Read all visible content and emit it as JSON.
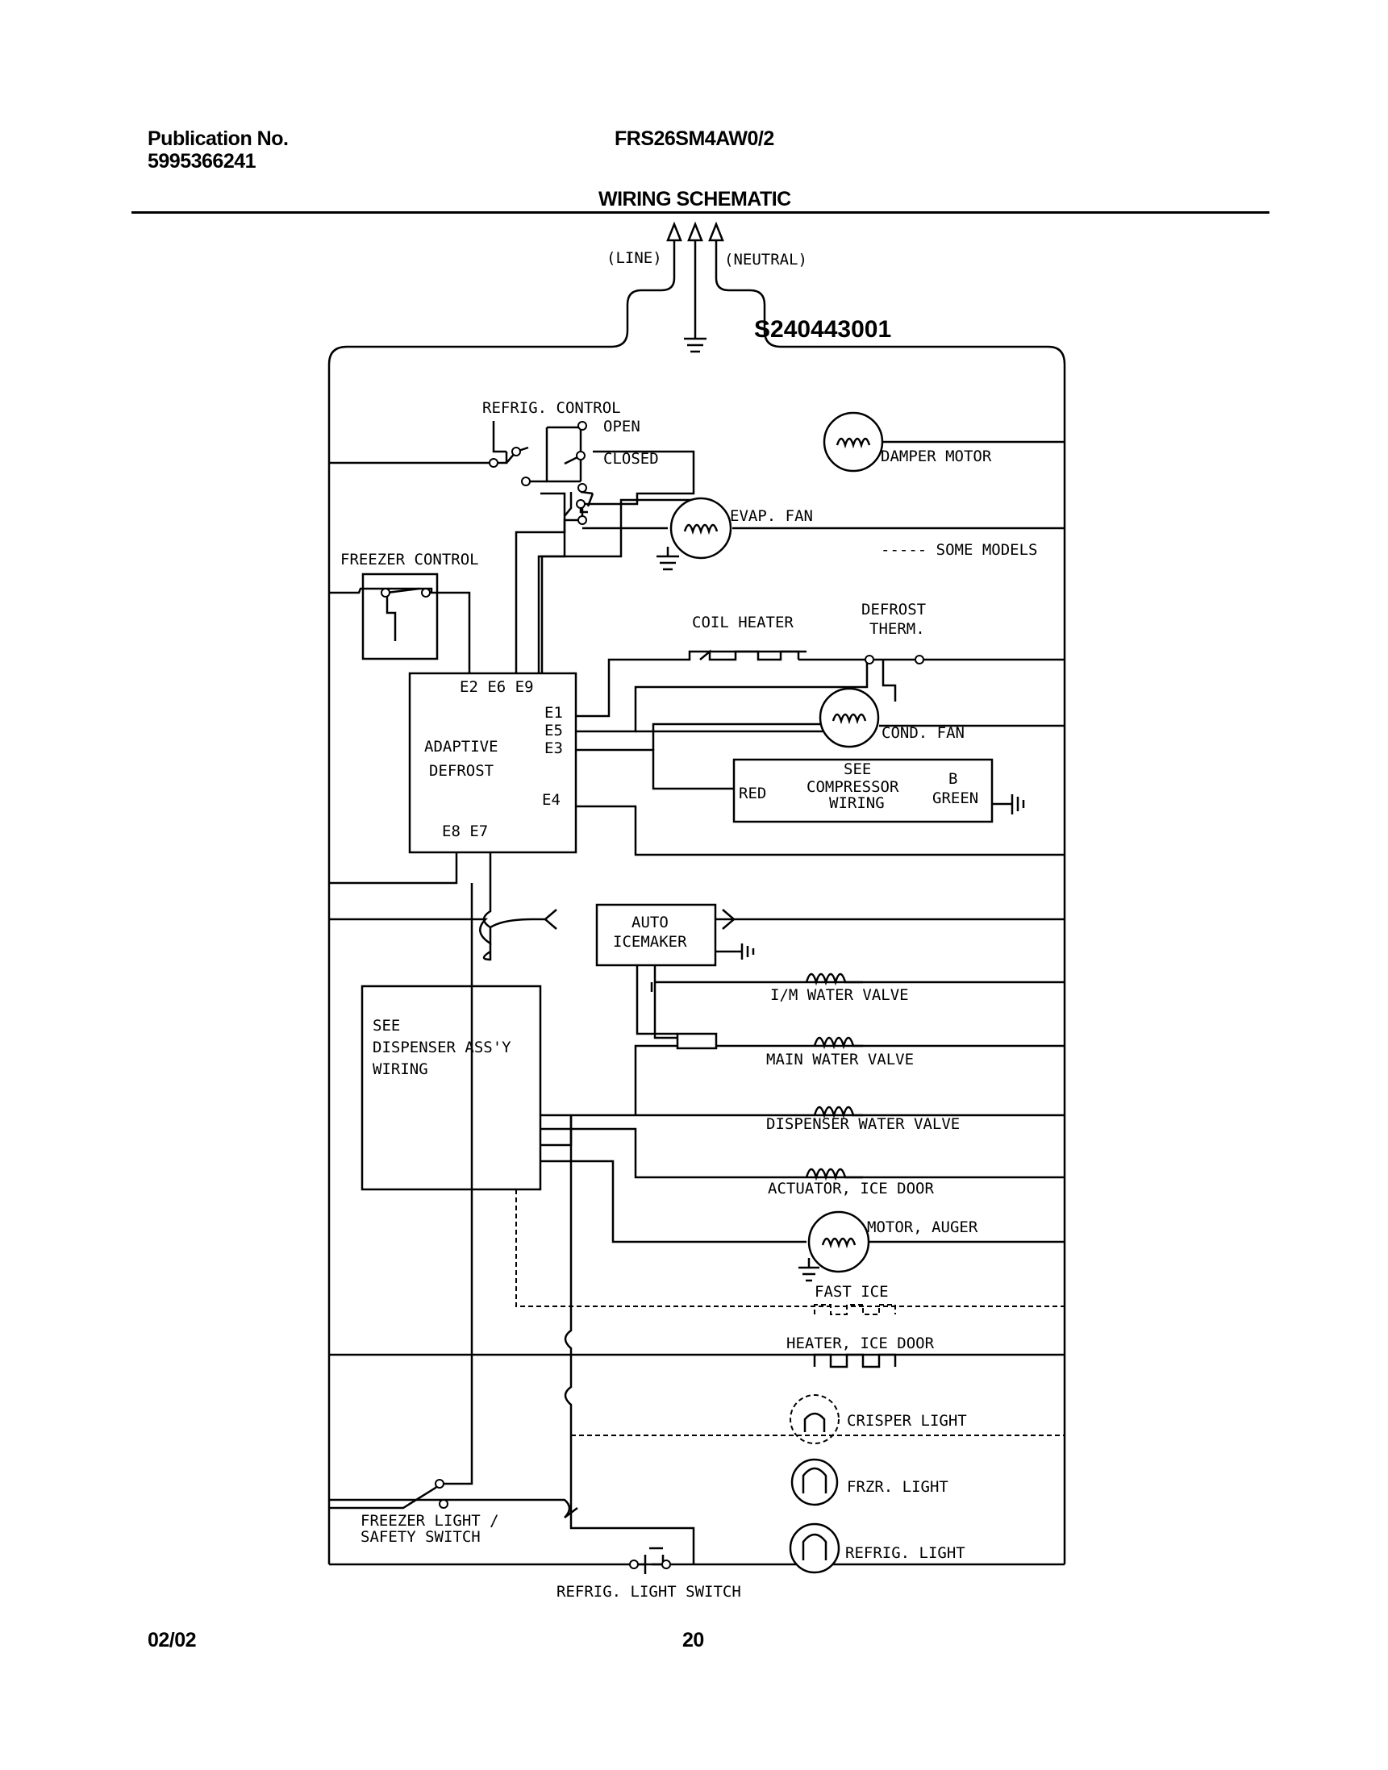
{
  "header": {
    "publication_label": "Publication No.",
    "publication_number": "5995366241",
    "model": "FRS26SM4AW0/2",
    "title": "WIRING SCHEMATIC"
  },
  "footer": {
    "date": "02/02",
    "page": "20"
  },
  "schematic": {
    "part_number": "S240443001",
    "line": "(LINE)",
    "neutral": "(NEUTRAL)",
    "refrig_control": "REFRIG. CONTROL",
    "open": "OPEN",
    "closed": "CLOSED",
    "damper_motor": "DAMPER MOTOR",
    "evap_fan": "EVAP. FAN",
    "freezer_control": "FREEZER CONTROL",
    "some_models": "----- SOME MODELS",
    "coil_heater": "COIL HEATER",
    "defrost_therm_1": "DEFROST",
    "defrost_therm_2": "THERM.",
    "adaptive_1": "ADAPTIVE",
    "adaptive_2": "DEFROST",
    "e_top": "E2  E6  E9",
    "e1": "E1",
    "e5": "E5",
    "e3": "E3",
    "e4": "E4",
    "e_bottom": "E8  E7",
    "cond_fan": "COND. FAN",
    "see_compressor_1": "SEE",
    "see_compressor_2": "COMPRESSOR",
    "see_compressor_3": "WIRING",
    "red": "RED",
    "b": "B",
    "green": "GREEN",
    "auto_icemaker_1": "AUTO",
    "auto_icemaker_2": "ICEMAKER",
    "see_dispenser_1": "SEE",
    "see_dispenser_2": "DISPENSER ASS'Y",
    "see_dispenser_3": "WIRING",
    "im_water_valve": "I/M WATER VALVE",
    "main_water_valve": "MAIN WATER VALVE",
    "dispenser_water_valve": "DISPENSER WATER VALVE",
    "actuator_ice_door": "ACTUATOR, ICE DOOR",
    "motor_auger": "MOTOR, AUGER",
    "fast_ice": "FAST ICE",
    "heater_ice_door": "HEATER, ICE DOOR",
    "crisper_light": "CRISPER LIGHT",
    "frzr_light": "FRZR. LIGHT",
    "freezer_light_1": "FREEZER LIGHT /",
    "freezer_light_2": "SAFETY SWITCH",
    "refrig_light": "REFRIG. LIGHT",
    "refrig_light_switch": "REFRIG. LIGHT SWITCH"
  }
}
